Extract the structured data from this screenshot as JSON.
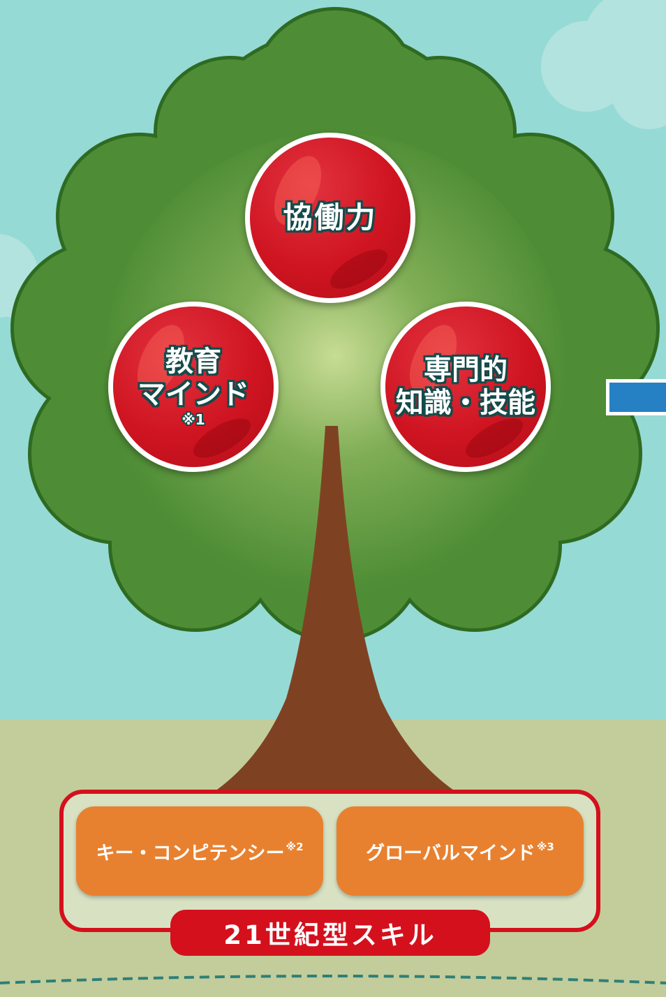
{
  "fruits": {
    "top": {
      "label": "協働力"
    },
    "left": {
      "line1": "教育",
      "line2": "マインド",
      "note": "※1"
    },
    "right": {
      "line1": "専門的",
      "line2": "知識・技能"
    }
  },
  "skills": {
    "group_label": "21世紀型スキル",
    "items": [
      {
        "label": "キー・コンピテンシー",
        "note": "※2"
      },
      {
        "label": "グローバルマインド",
        "note": "※3"
      }
    ]
  },
  "colors": {
    "sky": "#96dad6",
    "ground": "#c2cd9b",
    "foliage": "#4e8d35",
    "foliage_outline": "#2e6b22",
    "trunk": "#7e4222",
    "fruit": "#cf1421",
    "skill_box": "#e8812f",
    "frame": "#d4101d",
    "arrow": "#2581c4"
  }
}
